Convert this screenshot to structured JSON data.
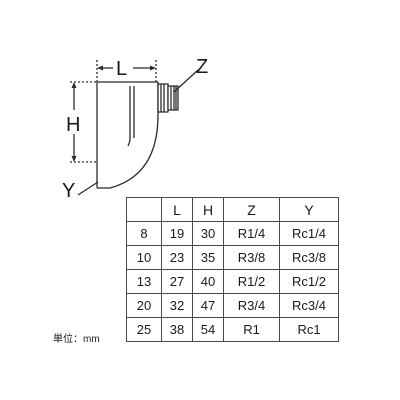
{
  "dimension_labels": {
    "l": "L",
    "h": "H",
    "z": "Z",
    "y": "Y"
  },
  "table": {
    "headers": [
      "",
      "L",
      "H",
      "Z",
      "Y"
    ],
    "rows": [
      [
        "8",
        "19",
        "30",
        "R1/4",
        "Rc1/4"
      ],
      [
        "10",
        "23",
        "35",
        "R3/8",
        "Rc3/8"
      ],
      [
        "13",
        "27",
        "40",
        "R1/2",
        "Rc1/2"
      ],
      [
        "20",
        "32",
        "47",
        "R3/4",
        "Rc3/4"
      ],
      [
        "25",
        "38",
        "54",
        "R1",
        "Rc1"
      ]
    ]
  },
  "unit_label": "単位：mm"
}
